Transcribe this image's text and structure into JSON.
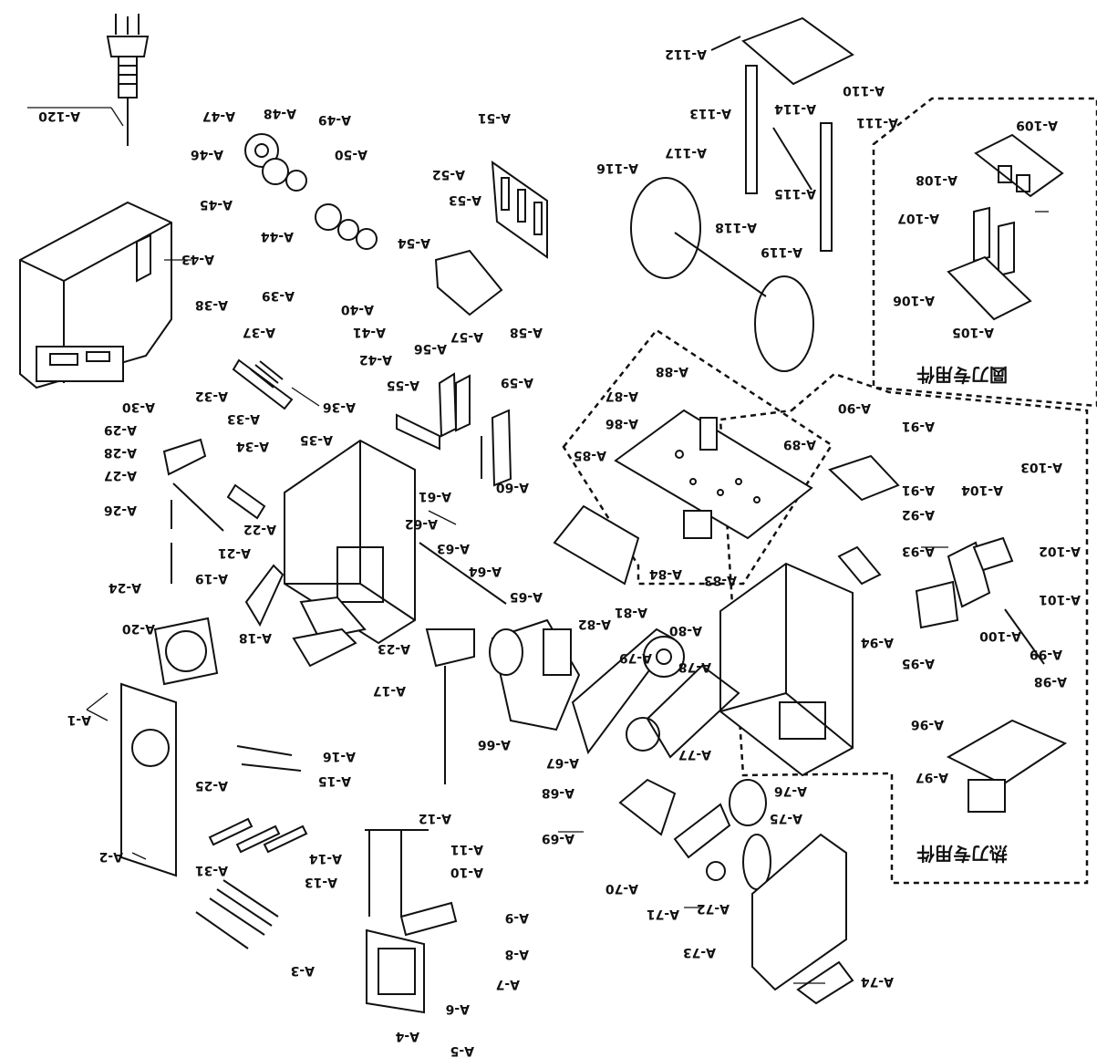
{
  "labels": [
    "A-1",
    "A-2",
    "A-3",
    "A-4",
    "A-5",
    "A-6",
    "A-7",
    "A-8",
    "A-9",
    "A-10",
    "A-11",
    "A-12",
    "A-13",
    "A-14",
    "A-15",
    "A-16",
    "A-17",
    "A-18",
    "A-19",
    "A-20",
    "A-21",
    "A-22",
    "A-23",
    "A-24",
    "A-25",
    "A-26",
    "A-27",
    "A-28",
    "A-29",
    "A-30",
    "A-31",
    "A-32",
    "A-33",
    "A-34",
    "A-35",
    "A-36",
    "A-37",
    "A-38",
    "A-39",
    "A-40",
    "A-41",
    "A-42",
    "A-43",
    "A-44",
    "A-45",
    "A-46",
    "A-47",
    "A-48",
    "A-49",
    "A-50",
    "A-51",
    "A-52",
    "A-53",
    "A-54",
    "A-55",
    "A-56",
    "A-57",
    "A-58",
    "A-59",
    "A-60",
    "A-61",
    "A-62",
    "A-63",
    "A-64",
    "A-65",
    "A-66",
    "A-67",
    "A-68",
    "A-69",
    "A-70",
    "A-71",
    "A-72",
    "A-73",
    "A-74",
    "A-75",
    "A-76",
    "A-77",
    "A-78",
    "A-79",
    "A-80",
    "A-81",
    "A-82",
    "A-83",
    "A-84",
    "A-85",
    "A-86",
    "A-87",
    "A-88",
    "A-89",
    "A-90",
    "A-91",
    "A-92",
    "A-93",
    "A-94",
    "A-95",
    "A-96",
    "A-97",
    "A-98",
    "A-99",
    "A-100",
    "A-101",
    "A-102",
    "A-103",
    "A-104",
    "A-105",
    "A-106",
    "A-107",
    "A-108",
    "A-109",
    "A-110",
    "A-111",
    "A-112",
    "A-113",
    "A-114",
    "A-115",
    "A-116",
    "A-117",
    "A-118",
    "A-119",
    "A-120"
  ],
  "group_titles": {
    "round_knife": "圆刀专用件",
    "hot_knife": "热刀专用件"
  }
}
